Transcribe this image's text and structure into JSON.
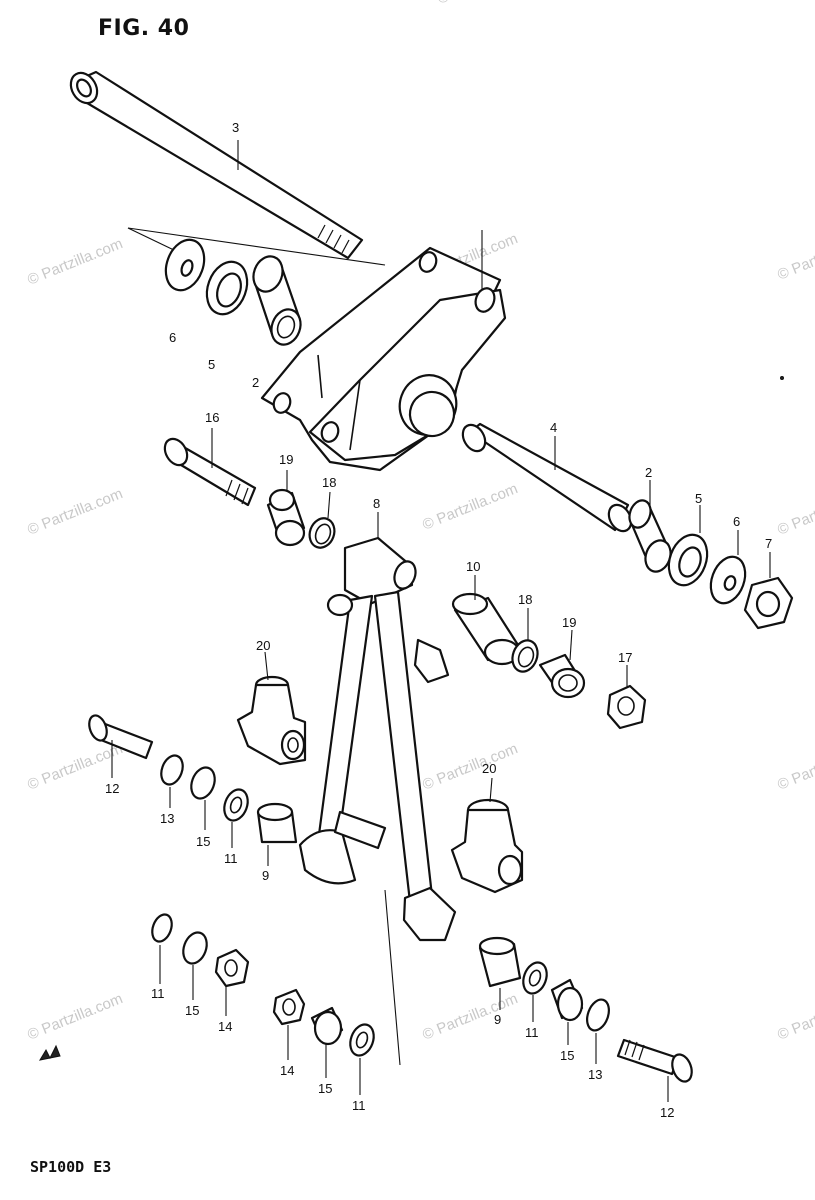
{
  "figure": {
    "title": "FIG. 40",
    "footer_code": "SP100D E3",
    "watermark": "© Partzilla.com"
  },
  "callouts": [
    "3",
    "6",
    "5",
    "2",
    "16",
    "19",
    "18",
    "8",
    "4",
    "2",
    "5",
    "6",
    "7",
    "10",
    "18",
    "19",
    "17",
    "20",
    "12",
    "13",
    "15",
    "11",
    "9",
    "20",
    "11",
    "15",
    "14",
    "14",
    "15",
    "11",
    "9",
    "11",
    "15",
    "13",
    "12"
  ],
  "parts": [
    {
      "ref": "2",
      "icon": "roller-bearing-icon"
    },
    {
      "ref": "3",
      "icon": "long-bolt-icon"
    },
    {
      "ref": "4",
      "icon": "spacer-tube-icon"
    },
    {
      "ref": "5",
      "icon": "oil-seal-icon"
    },
    {
      "ref": "6",
      "icon": "washer-icon"
    },
    {
      "ref": "7",
      "icon": "nut-icon"
    },
    {
      "ref": "8",
      "icon": "cushion-rod-icon"
    },
    {
      "ref": "9",
      "icon": "bushing-icon"
    },
    {
      "ref": "10",
      "icon": "spacer-icon"
    },
    {
      "ref": "11",
      "icon": "washer-icon"
    },
    {
      "ref": "12",
      "icon": "bolt-icon"
    },
    {
      "ref": "13",
      "icon": "washer-icon"
    },
    {
      "ref": "14",
      "icon": "nut-icon"
    },
    {
      "ref": "15",
      "icon": "washer-icon"
    },
    {
      "ref": "16",
      "icon": "bolt-icon"
    },
    {
      "ref": "17",
      "icon": "nut-icon"
    },
    {
      "ref": "18",
      "icon": "circlip-icon"
    },
    {
      "ref": "19",
      "icon": "collar-icon"
    },
    {
      "ref": "20",
      "icon": "cushion-lever-mount-icon"
    }
  ]
}
